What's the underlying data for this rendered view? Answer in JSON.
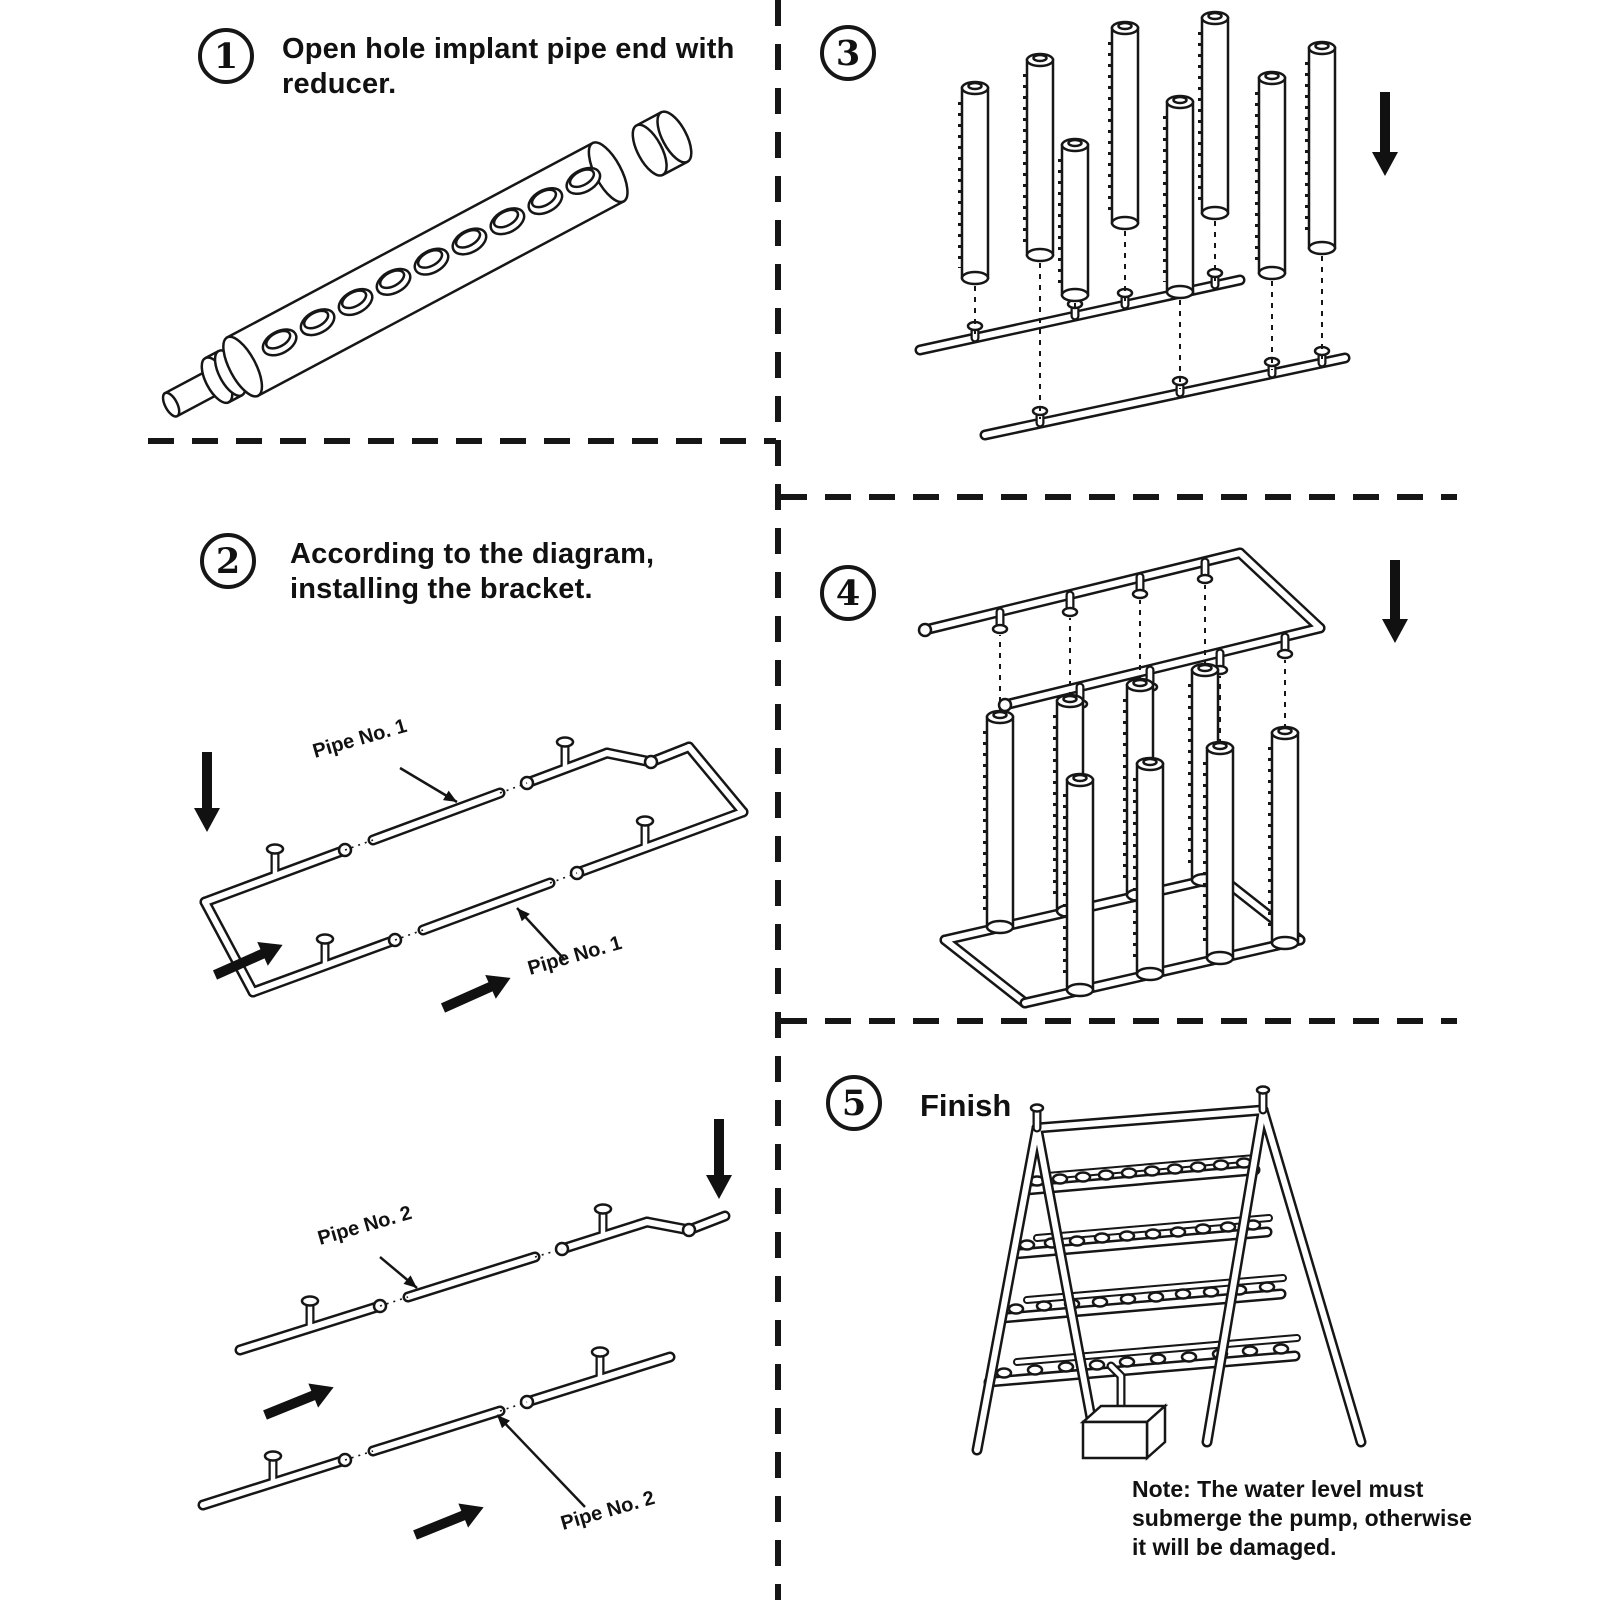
{
  "page": {
    "background_color": "#ffffff",
    "ink_color": "#161616"
  },
  "steps": {
    "step1": {
      "number": "1",
      "line1": "Open hole implant pipe end with",
      "line2": "reducer."
    },
    "step2": {
      "number": "2",
      "line1": "According to the diagram,",
      "line2": "installing the bracket."
    },
    "step3": {
      "number": "3"
    },
    "step4": {
      "number": "4"
    },
    "step5": {
      "number": "5",
      "caption": "Finish"
    }
  },
  "callouts": {
    "pipe1_upper": "Pipe No. 1",
    "pipe1_lower": "Pipe No. 1",
    "pipe2_upper": "Pipe No. 2",
    "pipe2_lower": "Pipe No. 2"
  },
  "note": {
    "line1": "Note: The water level must",
    "line2": "submerge the pump, otherwise",
    "line3": "it will be damaged."
  }
}
